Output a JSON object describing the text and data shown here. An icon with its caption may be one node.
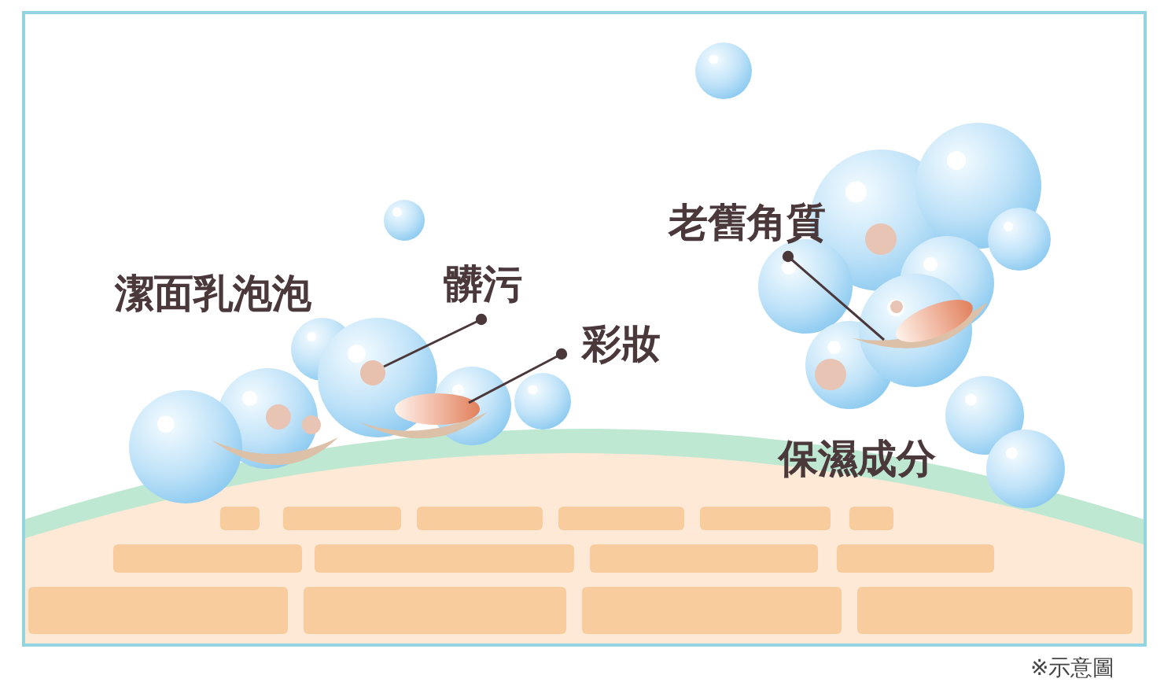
{
  "diagram": {
    "caption": "※示意圖",
    "nodes": [
      {
        "text": [
          "髒污"
        ]
      },
      {
        "text": [],
        "shape": "circle"
      },
      {
        "text": [
          "彩妝"
        ]
      },
      {
        "text": [],
        "shape": "ellipse"
      },
      {
        "text": [
          "老舊角質"
        ]
      },
      {
        "text": [],
        "shape": "picture"
      }
    ],
    "edges": [
      {
        "from": 0,
        "to": 1,
        "arrow": "other"
      },
      {
        "from": 2,
        "to": 3,
        "arrow": "other"
      },
      {
        "from": 4,
        "to": 5,
        "arrow": "other"
      }
    ],
    "labels": [
      "潔面乳泡泡",
      "保濕成分"
    ]
  }
}
